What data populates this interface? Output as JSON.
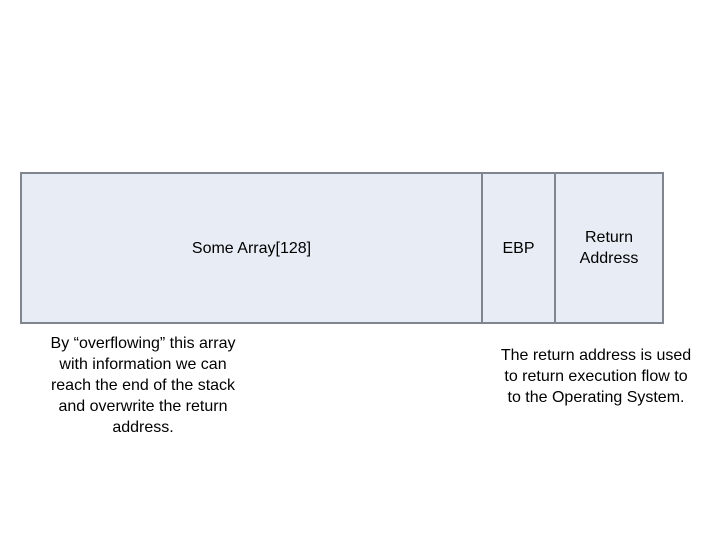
{
  "slide": {
    "title_hint": "stack overflow diagram",
    "colors": {
      "background": "#ffffff",
      "box_fill": "#e7ecf5",
      "box_border": "#7f8690",
      "text": "#000000"
    },
    "boxes": [
      {
        "label": "Some Array[128]"
      },
      {
        "label": "EBP"
      },
      {
        "label": "Return Address"
      }
    ],
    "caption_left_lines": [
      "By “overflowing” this array",
      "with information we can",
      "reach the end of the stack",
      "and overwrite the return",
      "address."
    ],
    "caption_right_lines": [
      "The return address is used",
      "to return execution flow to",
      "to the Operating System."
    ]
  }
}
